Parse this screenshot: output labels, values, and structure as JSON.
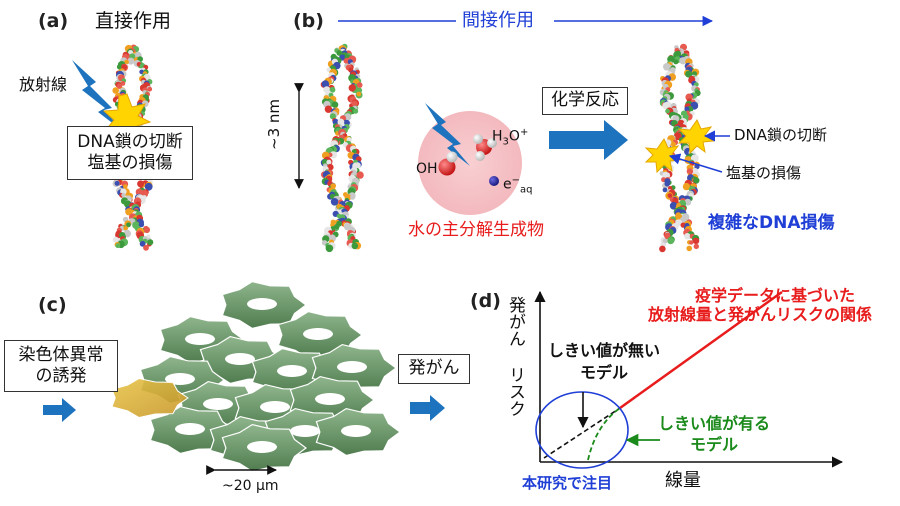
{
  "panel_a": {
    "label": "(a)",
    "title": "直接作用",
    "radiation": "放射線",
    "box_line1": "DNA鎖の切断",
    "box_line2": "塩基の損傷"
  },
  "panel_b": {
    "label": "(b)",
    "title": "間接作用",
    "scale": "~3 nm",
    "oh": "OH",
    "h3o": "H",
    "h3o_sub": "3",
    "h3o_rest": "O",
    "h3o_sup": "+",
    "e_aq": "e",
    "e_sup": "−",
    "e_sub": "aq",
    "water_products": "水の主分解生成物",
    "reaction": "化学反応",
    "strand_break": "DNA鎖の切断",
    "base_damage": "塩基の損傷",
    "complex": "複雑なDNA損傷"
  },
  "panel_c": {
    "label": "(c)",
    "box_line1": "染色体異常",
    "box_line2": "の誘発",
    "cancer": "発がん",
    "scale": "~20 µm"
  },
  "panel_d": {
    "label": "(d)",
    "ylabel_1": "発がん",
    "ylabel_2": "リスク",
    "xlabel": "線量",
    "epi_line1": "疫学データに基づいた",
    "epi_line2": "放射線量と発がんリスクの関係",
    "no_threshold_1": "しきい値が無い",
    "no_threshold_2": "モデル",
    "threshold_1": "しきい値が有る",
    "threshold_2": "モデル",
    "focus": "本研究で注目"
  },
  "colors": {
    "blue_text": "#1f3fd6",
    "red_text": "#e81c1c",
    "green_text": "#1a8a1a",
    "arrow_blue": "#1e73be",
    "cell_green": "#5a8a5a",
    "cell_yellow": "#d7a933"
  }
}
